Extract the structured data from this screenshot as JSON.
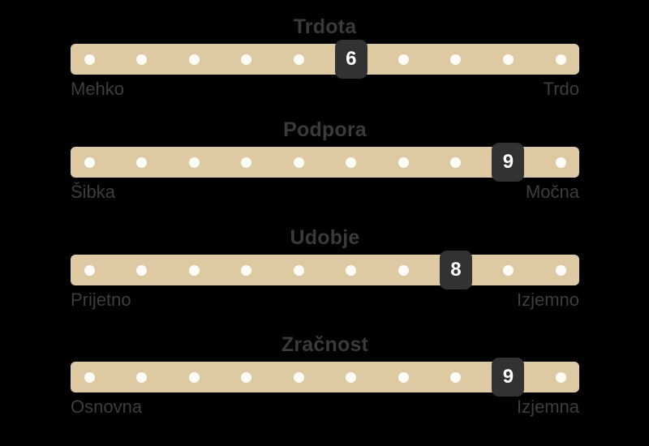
{
  "panel": {
    "background_color": "#000000",
    "bar_color": "#ddcaa2",
    "dot_color": "#fdfcf7",
    "badge_color": "#323232",
    "badge_text_color": "#ffffff",
    "title_color": "#3a3a3a",
    "label_color": "#3d3d3d",
    "scale_min": 1,
    "scale_max": 10
  },
  "ratings": [
    {
      "title": "Trdota",
      "value": 6,
      "value_text": "6",
      "left_label": "Mehko",
      "right_label": "Trdo"
    },
    {
      "title": "Podpora",
      "value": 9,
      "value_text": "9",
      "left_label": "Šibka",
      "right_label": "Močna"
    },
    {
      "title": "Udobje",
      "value": 8,
      "value_text": "8",
      "left_label": "Prijetno",
      "right_label": "Izjemno"
    },
    {
      "title": "Zračnost",
      "value": 9,
      "value_text": "9",
      "left_label": "Osnovna",
      "right_label": "Izjemna"
    }
  ]
}
